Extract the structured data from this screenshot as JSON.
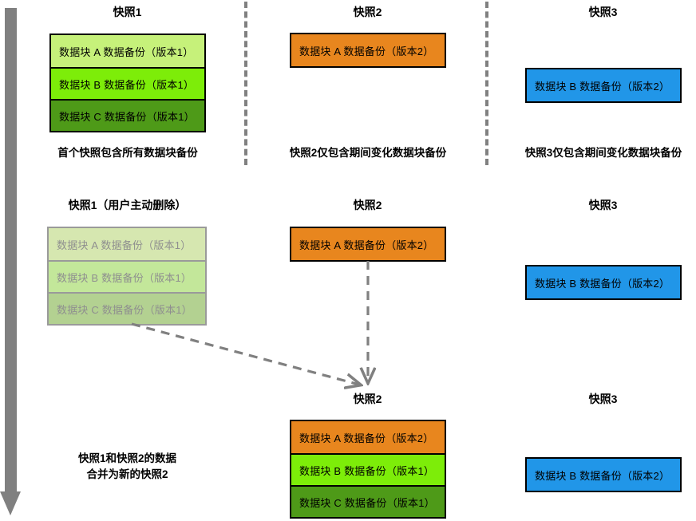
{
  "colors": {
    "green_light": "#c6f17a",
    "green_mid": "#7ded09",
    "green_dark": "#4e9a18",
    "orange": "#e8861e",
    "blue": "#2196e8",
    "faded_green_light": "#d6e7b0",
    "faded_green_mid": "#c3e79a",
    "faded_green_dark": "#b3d191",
    "border": "#000000",
    "faded_border": "#9a9a9a",
    "arrow_gray": "#808080",
    "faded_text": "#8f8f8f"
  },
  "timeline": {
    "label": "time-arrow"
  },
  "rows": [
    {
      "id": "row-initial",
      "columns": [
        {
          "id": "r1c1",
          "title": "快照1",
          "caption": "首个快照包含所有数据块备份",
          "blocks": [
            {
              "label": "数据块 A 数据备份（版本1）",
              "color": "green_light"
            },
            {
              "label": "数据块 B 数据备份（版本1）",
              "color": "green_mid"
            },
            {
              "label": "数据块 C 数据备份（版本1）",
              "color": "green_dark"
            }
          ]
        },
        {
          "id": "r1c2",
          "title": "快照2",
          "caption": "快照2仅包含期间变化数据块备份",
          "blocks": [
            {
              "label": "数据块 A 数据备份（版本2）",
              "color": "orange"
            }
          ]
        },
        {
          "id": "r1c3",
          "title": "快照3",
          "caption": "快照3仅包含期间变化数据块备份",
          "blocks": [
            {
              "label": "数据块 B 数据备份（版本2）",
              "color": "blue"
            }
          ]
        }
      ]
    },
    {
      "id": "row-delete",
      "columns": [
        {
          "id": "r2c1",
          "title": "快照1（用户主动删除）",
          "caption": "",
          "faded": true,
          "blocks": [
            {
              "label": "数据块 A 数据备份（版本1）",
              "color": "faded_green_light"
            },
            {
              "label": "数据块 B 数据备份（版本1）",
              "color": "faded_green_mid"
            },
            {
              "label": "数据块 C 数据备份（版本1）",
              "color": "faded_green_dark"
            }
          ]
        },
        {
          "id": "r2c2",
          "title": "快照2",
          "caption": "",
          "blocks": [
            {
              "label": "数据块 A 数据备份（版本2）",
              "color": "orange"
            }
          ]
        },
        {
          "id": "r2c3",
          "title": "快照3",
          "caption": "",
          "blocks": [
            {
              "label": "数据块 B 数据备份（版本2）",
              "color": "blue"
            }
          ]
        }
      ]
    },
    {
      "id": "row-merged",
      "columns": [
        {
          "id": "r3c1",
          "title": "",
          "caption": "快照1和快照2的数据\n合并为新的快照2",
          "blocks": []
        },
        {
          "id": "r3c2",
          "title": "快照2",
          "caption": "",
          "blocks": [
            {
              "label": "数据块 A 数据备份（版本2）",
              "color": "orange"
            },
            {
              "label": "数据块 B 数据备份（版本1）",
              "color": "green_mid"
            },
            {
              "label": "数据块 C 数据备份（版本1）",
              "color": "green_dark"
            }
          ]
        },
        {
          "id": "r3c3",
          "title": "快照3",
          "caption": "",
          "blocks": [
            {
              "label": "数据块 B 数据备份（版本2）",
              "color": "blue"
            }
          ]
        }
      ]
    }
  ],
  "labels": {
    "r1c1_title": "快照1",
    "r1c2_title": "快照2",
    "r1c3_title": "快照3",
    "r1c1_caption": "首个快照包含所有数据块备份",
    "r1c2_caption": "快照2仅包含期间变化数据块备份",
    "r1c3_caption": "快照3仅包含期间变化数据块备份",
    "r2c1_title": "快照1（用户主动删除）",
    "r2c2_title": "快照2",
    "r2c3_title": "快照3",
    "r3c2_title": "快照2",
    "r3c3_title": "快照3",
    "merge_caption_line1": "快照1和快照2的数据",
    "merge_caption_line2": "合并为新的快照2",
    "b_a_v1": "数据块 A 数据备份（版本1）",
    "b_b_v1": "数据块 B 数据备份（版本1）",
    "b_c_v1": "数据块 C 数据备份（版本1）",
    "b_a_v2": "数据块 A 数据备份（版本2）",
    "b_b_v2": "数据块 B 数据备份（版本2）"
  }
}
